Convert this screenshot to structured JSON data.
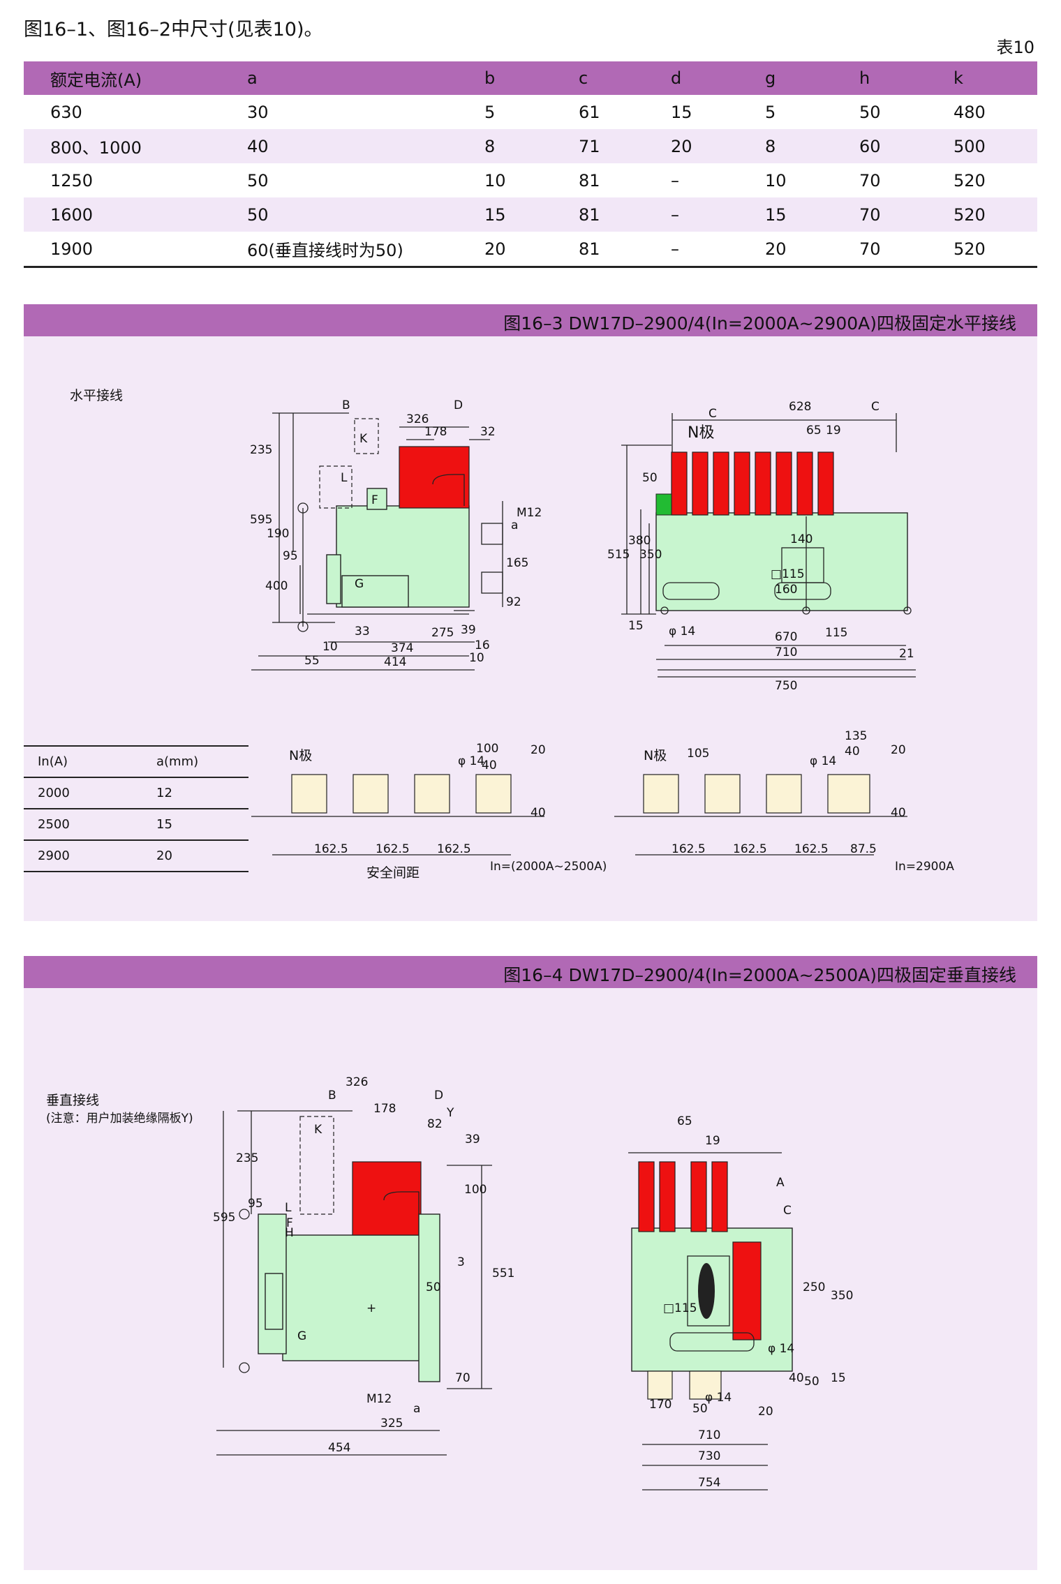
{
  "intro": "图16–1、图16–2中尺寸(见表10)。",
  "table_no": "表10",
  "table10": {
    "headers": [
      "额定电流(A)",
      "a",
      "b",
      "c",
      "d",
      "g",
      "h",
      "k"
    ],
    "rows": [
      [
        "630",
        "30",
        "5",
        "61",
        "15",
        "5",
        "50",
        "480"
      ],
      [
        "800、1000",
        "40",
        "8",
        "71",
        "20",
        "8",
        "60",
        "500"
      ],
      [
        "1250",
        "50",
        "10",
        "81",
        "–",
        "10",
        "70",
        "520"
      ],
      [
        "1600",
        "50",
        "15",
        "81",
        "–",
        "15",
        "70",
        "520"
      ],
      [
        "1900",
        "60(垂直接线时为50)",
        "20",
        "81",
        "–",
        "20",
        "70",
        "520"
      ]
    ]
  },
  "fig3": {
    "title": "图16–3 DW17D–2900/4(In=2000A~2900A)四极固定水平接线",
    "label": "水平接线",
    "n_pole": "N极",
    "in_table": {
      "headers": [
        "In(A)",
        "a(mm)"
      ],
      "rows": [
        [
          "2000",
          "12"
        ],
        [
          "2500",
          "15"
        ],
        [
          "2900",
          "20"
        ]
      ]
    },
    "safe_distance": "安全间距",
    "in_range_1": "In=(2000A~2500A)",
    "in_range_2": "In=2900A"
  },
  "fig4": {
    "title": "图16–4 DW17D–2900/4(In=2000A~2500A)四极固定垂直接线",
    "label": "垂直接线",
    "note": "(注意：用户加装绝缘隔板Y)"
  }
}
